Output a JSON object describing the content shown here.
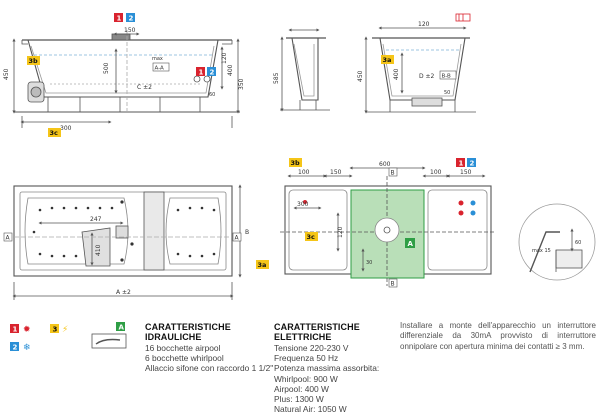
{
  "colors": {
    "hot_red": "#d9232e",
    "cold_blue": "#2a8fd6",
    "label_yellow": "#f5c518",
    "zone_green": "#2e9e45",
    "zone_fill": "#b9dfb8",
    "line": "#555555"
  },
  "badges": {
    "one": "1",
    "two": "2",
    "three": "3",
    "three_b": "3b",
    "three_c": "3c",
    "three_a": "3a",
    "a_letter": "A",
    "b_letter": "B",
    "aa": "A-A",
    "bb": "B-B"
  },
  "front_view": {
    "dim_150": "150",
    "dim_450": "450",
    "dim_500": "500",
    "dim_c2": "C ±2",
    "dim_300": "300",
    "dim_120": "120",
    "dim_400": "400",
    "max_label": "max",
    "dim_350": "350",
    "dim_60": "60"
  },
  "side_view": {
    "dim_120": "120",
    "dim_585": "585",
    "dim_400": "400",
    "dim_d2": "D ±2",
    "dim_450": "450",
    "dim_50": "50"
  },
  "top_view": {
    "dim_247": "247",
    "dim_410": "410",
    "dim_a2": "A ±2",
    "dim_b": "B"
  },
  "install_plan": {
    "dim_600": "600",
    "dim_100": "100",
    "dim_150": "150",
    "dim_300": "300",
    "dim_120": "120",
    "dim_30": "30"
  },
  "detail": {
    "max15": "max 15",
    "dim_60": "60"
  },
  "legend": {
    "hydraulic_title": "CARATTERISTICHE IDRAULICHE",
    "hydraulic_lines": [
      "16 bocchette airpool",
      "6 bocchette whirlpool",
      "Allaccio sifone con raccordo 1 1/2\""
    ],
    "electric_title": "CARATTERISTICHE ELETTRICHE",
    "electric_lines": [
      "Tensione 220-230 V",
      "Frequenza 50 Hz",
      "Potenza massima assorbita:",
      "Whirlpool: 900 W",
      "Airpool: 400 W",
      "Plus: 1300 W",
      "Natural Air: 1050 W"
    ],
    "install_note": "Installare a monte dell'apparecchio un interruttore differenziale da 30mA provvisto di interruttore onnipolare con apertura minima dei contatti ≥ 3 mm."
  }
}
